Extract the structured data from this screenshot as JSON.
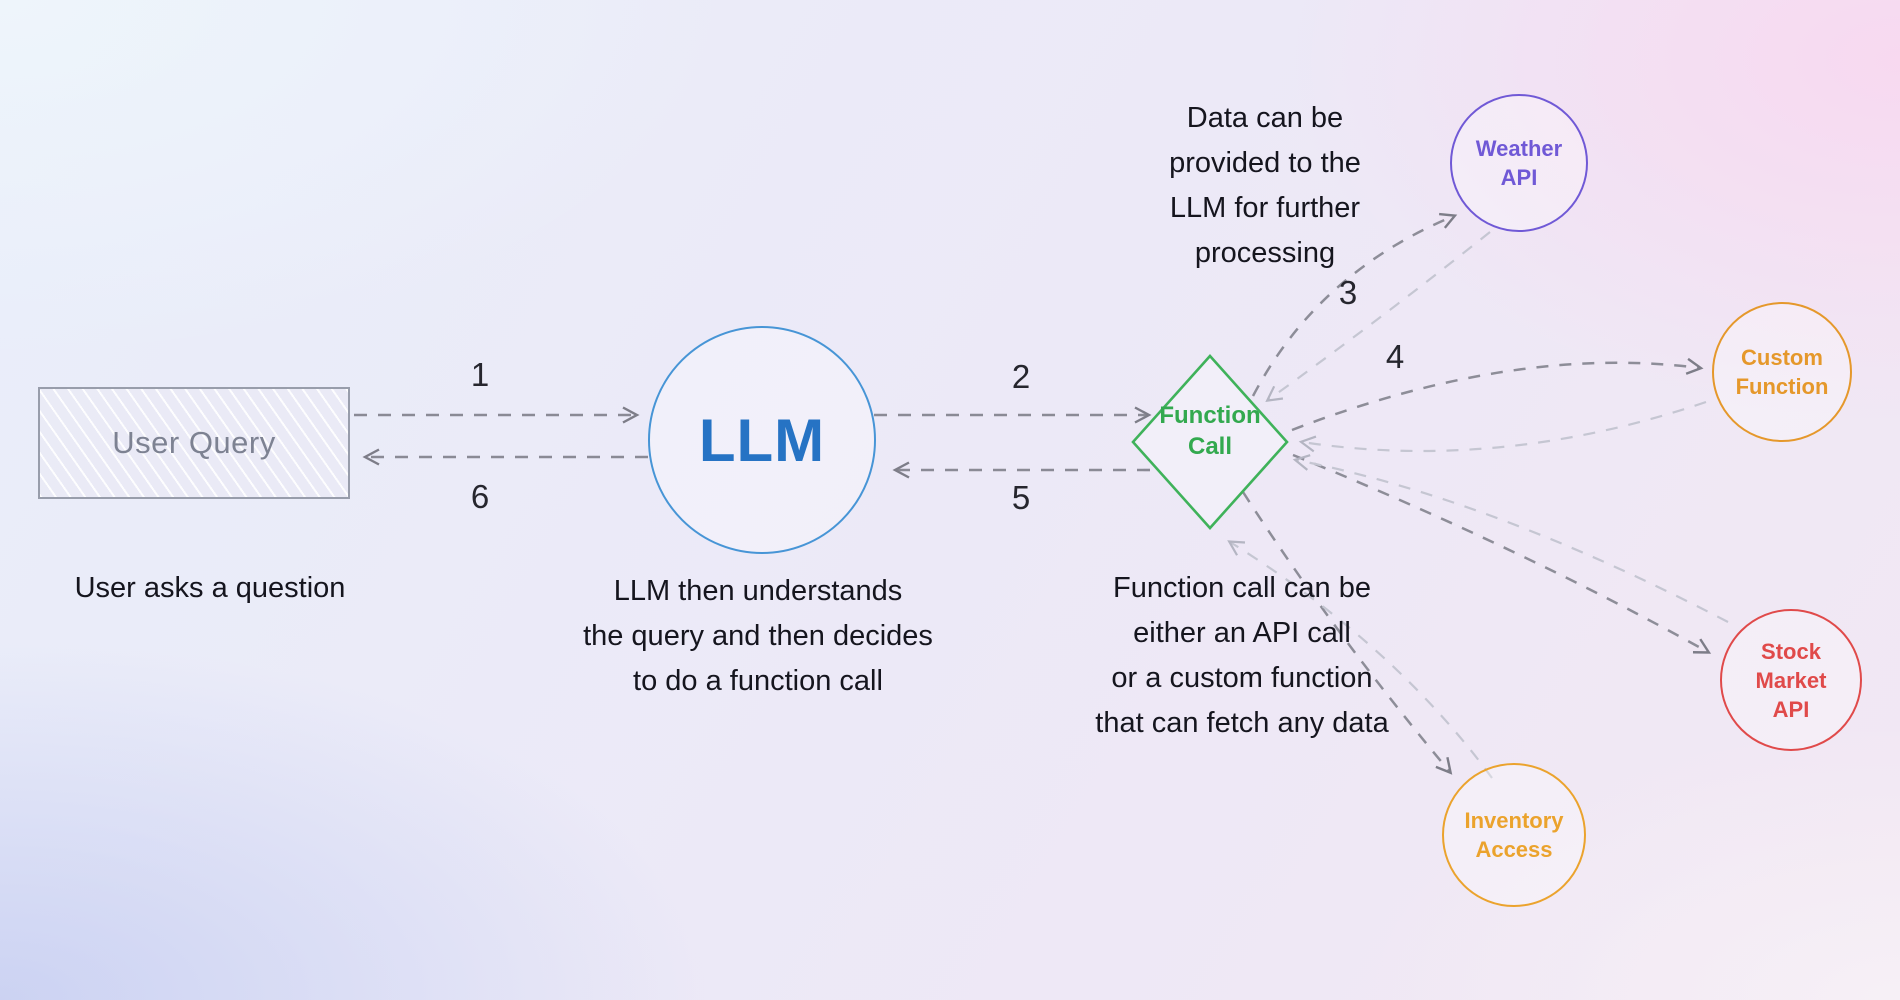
{
  "diagram": {
    "title_hint": "LLM function-calling flow diagram",
    "user_query": {
      "label": "User Query",
      "caption": "User asks a question"
    },
    "llm": {
      "label": "LLM",
      "caption": "LLM then understands\nthe query and then decides\nto do a function call"
    },
    "function_call": {
      "label": "Function\nCall",
      "caption": "Function call can be\neither an API call\nor a custom function\nthat can fetch any data"
    },
    "data_note": "Data can be\nprovided to the\nLLM for further\nprocessing",
    "services": [
      {
        "id": "weather-api",
        "label": "Weather\nAPI",
        "color": "#7059d6"
      },
      {
        "id": "custom-function",
        "label": "Custom\nFunction",
        "color": "#e5982b"
      },
      {
        "id": "stock-market-api",
        "label": "Stock\nMarket\nAPI",
        "color": "#e04a4a"
      },
      {
        "id": "inventory-access",
        "label": "Inventory\nAccess",
        "color": "#eba32d"
      }
    ],
    "steps": {
      "s1": "1",
      "s2": "2",
      "s3": "3",
      "s4": "4",
      "s5": "5",
      "s6": "6"
    },
    "colors": {
      "llm_border": "#4795d6",
      "llm_text": "#2673c4",
      "diamond": "#3fb25a",
      "user_query_border": "#989dab",
      "user_query_text": "#7d8292",
      "arrow_dark": "#8a8a95",
      "arrow_light": "#c5c6d2",
      "caption_text": "#15151e",
      "bg_top_left": "#eef5fb",
      "bg_top_right": "#f8d8ef",
      "bg_bottom_left": "#cad1f2",
      "bg_bottom_right": "#f6f0f6"
    }
  }
}
